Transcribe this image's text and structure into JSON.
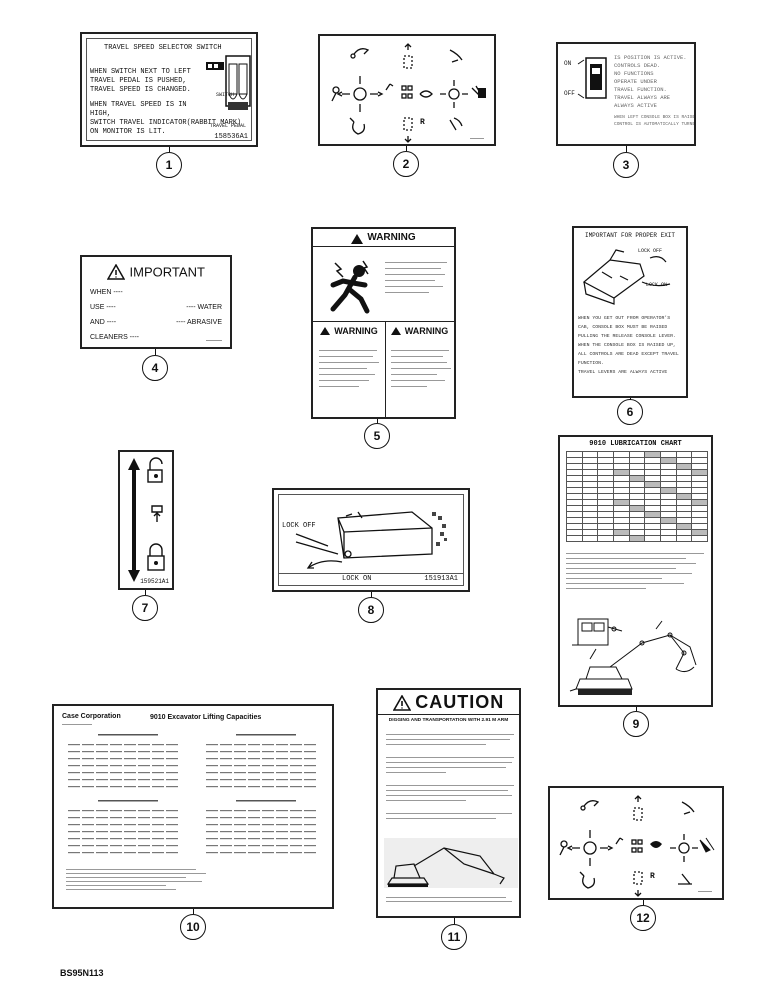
{
  "decal1": {
    "title": "TRAVEL SPEED SELECTOR SWITCH",
    "lines": [
      "WHEN SWITCH NEXT TO LEFT",
      "TRAVEL PEDAL IS PUSHED,",
      "TRAVEL SPEED IS CHANGED.",
      "WHEN TRAVEL SPEED IS IN HIGH,",
      "SWITCH TRAVEL INDICATOR(RABBIT MARK)",
      "ON MONITOR IS LIT."
    ],
    "switch_label": "SWITCH",
    "pedal_label": "TRAVEL PEDAL",
    "part_no": "158536A1"
  },
  "decal2": {
    "r_label": "R"
  },
  "decal3": {
    "on_label": "ON",
    "off_label": "OFF",
    "lines": [
      "IS POSITION IS ACTIVE.",
      "CONTROLS DEAD.",
      "NO FUNCTIONS",
      "OPERATE UNDER",
      "TRAVEL FUNCTION.",
      "TRAVEL ALWAYS ARE",
      "ALWAYS ACTIVE",
      "WHEN LEFT CONSOLE BOX IS RAISED UP,",
      "CONTROL IS AUTOMATICALLY TURNED OFF"
    ]
  },
  "decal4": {
    "title": "IMPORTANT",
    "rows": [
      {
        "left": "WHEN ----",
        "right": ""
      },
      {
        "left": "USE ----",
        "right": "---- WATER"
      },
      {
        "left": "AND ----",
        "right": "---- ABRASIVE"
      },
      {
        "left": "CLEANERS ----",
        "right": ""
      }
    ]
  },
  "decal5": {
    "warning_main": "WARNING",
    "warning_left": "WARNING",
    "warning_right": "WARNING"
  },
  "decal6": {
    "title": "IMPORTANT FOR PROPER EXIT",
    "lock_off": "LOCK OFF",
    "lock_on": "LOCK ON",
    "lines": [
      "WHEN YOU GET OUT FROM OPERATOR'S",
      "CAB, CONSOLE BOX MUST BE RAISED",
      "PULLING THE RELEASE CONSOLE LEVER.",
      "WHEN THE CONSOLE BOX IS RAISED UP,",
      "ALL CONTROLS ARE DEAD EXCEPT TRAVEL",
      "FUNCTION.",
      "TRAVEL LEVERS ARE ALWAYS ACTIVE"
    ]
  },
  "decal7": {
    "part_no": "159521A1"
  },
  "decal8": {
    "lock_off": "LOCK OFF",
    "lock_on": "LOCK ON",
    "part_no": "151913A1"
  },
  "decal9": {
    "title": "9010 LUBRICATION CHART"
  },
  "decal10": {
    "company": "Case Corporation",
    "title": "9010 Excavator Lifting Capacities"
  },
  "decal11": {
    "title": "CAUTION",
    "subtitle": "DIGGING AND TRANSPORTATION WITH 2.91 M ARM"
  },
  "decal12": {
    "r_label": "R"
  },
  "callouts": [
    "1",
    "2",
    "3",
    "4",
    "5",
    "6",
    "7",
    "8",
    "9",
    "10",
    "11",
    "12"
  ],
  "figure_code": "BS95N113"
}
